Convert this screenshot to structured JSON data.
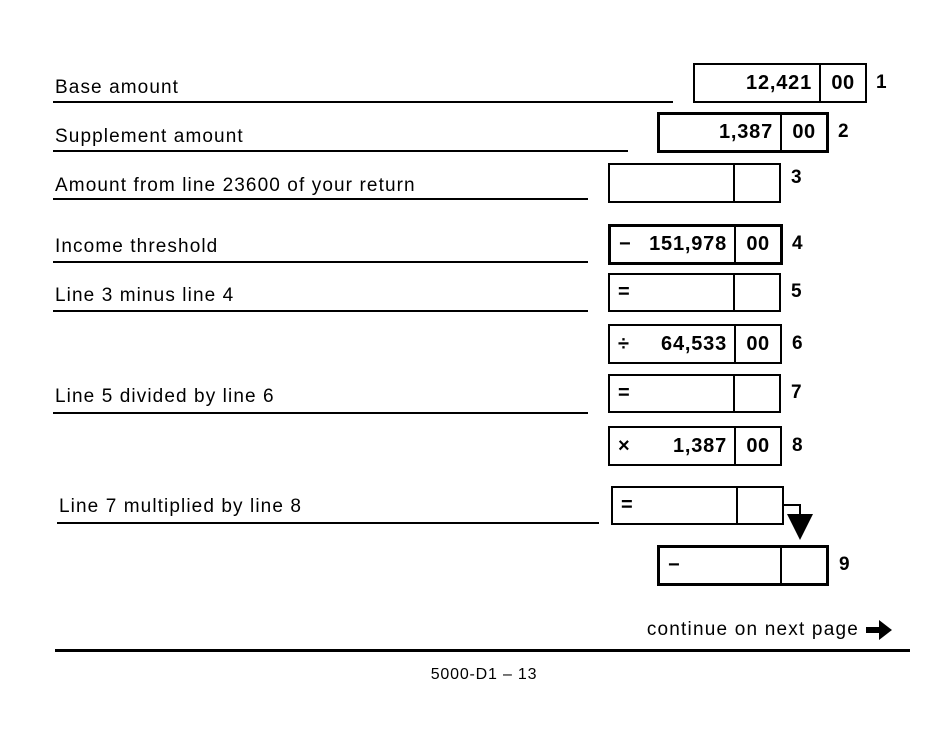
{
  "form": {
    "rows": [
      {
        "label": "Base amount",
        "operator": "",
        "amount": "12,421",
        "cents": "00",
        "line_no": "1"
      },
      {
        "label": "Supplement amount",
        "operator": "",
        "amount": "1,387",
        "cents": "00",
        "line_no": "2"
      },
      {
        "label": "Amount from line 23600 of your return",
        "operator": "",
        "amount": "",
        "cents": "",
        "line_no": "3"
      },
      {
        "label": "Income threshold",
        "operator": "−",
        "amount": "151,978",
        "cents": "00",
        "line_no": "4"
      },
      {
        "label": "Line 3 minus line 4",
        "operator": "=",
        "amount": "",
        "cents": "",
        "line_no": "5"
      },
      {
        "label": "",
        "operator": "÷",
        "amount": "64,533",
        "cents": "00",
        "line_no": "6"
      },
      {
        "label": "Line 5 divided by line 6",
        "operator": "=",
        "amount": "",
        "cents": "",
        "line_no": "7"
      },
      {
        "label": "",
        "operator": "×",
        "amount": "1,387",
        "cents": "00",
        "line_no": "8"
      },
      {
        "label": "Line 7 multiplied by line 8",
        "operator": "=",
        "amount": "",
        "cents": "",
        "line_no": ""
      },
      {
        "label": "",
        "operator": "−",
        "amount": "",
        "cents": "",
        "line_no": "9"
      }
    ],
    "continue_text": "continue on next page",
    "page_code": "5000-D1 – 13",
    "colors": {
      "ink": "#000000",
      "paper": "#ffffff"
    }
  }
}
